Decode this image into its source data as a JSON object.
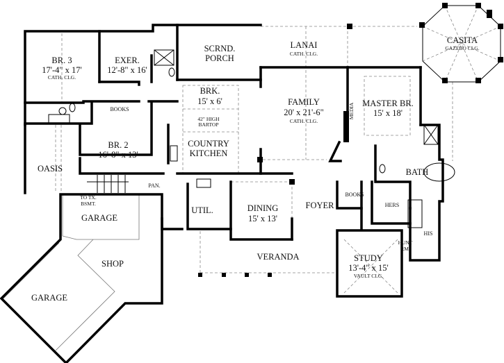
{
  "title": "Floor Plan",
  "rooms": {
    "br3": {
      "name": "BR. 3",
      "size": "17'-4\" x 17'",
      "note": "CATH. CLG."
    },
    "exer": {
      "name": "EXER.",
      "size": "12'-8\" x 16'"
    },
    "books_left": {
      "name": "BOOKS"
    },
    "br2": {
      "name": "BR. 2",
      "size": "16'-8\" x 13'"
    },
    "oasis": {
      "name": "OASIS"
    },
    "to_bsmt": {
      "line1": "TO TX.",
      "line2": "BSMT."
    },
    "pan": {
      "name": "PAN."
    },
    "scrnd_porch": {
      "line1": "SCRND.",
      "line2": "PORCH"
    },
    "brk": {
      "name": "BRK.",
      "size": "15' x 6'"
    },
    "bartop": {
      "line1": "42\" HIGH",
      "line2": "BARTOP"
    },
    "kitchen": {
      "line1": "COUNTRY",
      "line2": "KITCHEN"
    },
    "lanai": {
      "name": "LANAI",
      "note": "CATH. CLG."
    },
    "family": {
      "name": "FAMILY",
      "size": "20' x 21'-6\"",
      "note": "CATH. CLG."
    },
    "media": {
      "name": "MEDIA"
    },
    "master": {
      "name": "MASTER BR.",
      "size": "15' x 18'"
    },
    "casita": {
      "name": "CASITA",
      "note": "GAZEBO CLG."
    },
    "bath": {
      "name": "BATH"
    },
    "books_right": {
      "name": "BOOKS"
    },
    "hers": {
      "name": "HERS"
    },
    "his": {
      "name": "HIS"
    },
    "hunt": {
      "line1": "HUNT",
      "line2": "RM."
    },
    "util": {
      "name": "UTIL."
    },
    "dining": {
      "name": "DINING",
      "size": "15' x 13'"
    },
    "foyer": {
      "name": "FOYER"
    },
    "veranda": {
      "name": "VERANDA"
    },
    "study": {
      "name": "STUDY",
      "size": "13'-4\" x 15'",
      "note": "VAULT CLG."
    },
    "garage_upper": {
      "name": "GARAGE"
    },
    "shop": {
      "name": "SHOP"
    },
    "garage_lower": {
      "name": "GARAGE"
    }
  }
}
